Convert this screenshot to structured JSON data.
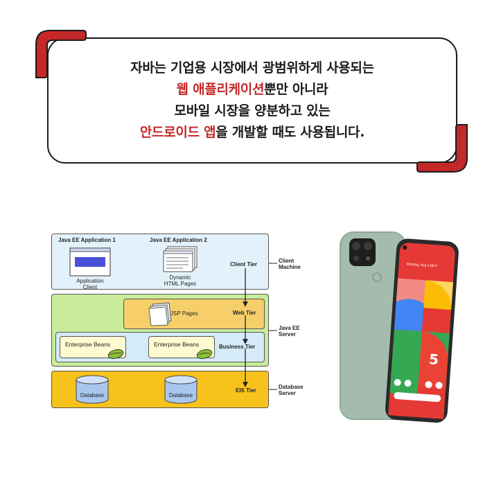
{
  "message": {
    "line1": "자바는 기업용 시장에서 광범위하게 사용되는",
    "line2_highlight": "웹 애플리케이션",
    "line2_rest": "뿐만 아니라",
    "line3": "모바일 시장을 양분하고 있는",
    "line4_highlight": "안드로이드 앱",
    "line4_rest": "을 개발할 때도 사용됩니다.",
    "highlight_color": "#c62828"
  },
  "diagram": {
    "app1_title": "Java EE Application 1",
    "app2_title": "Java EE Application 2",
    "app_client": "Application\nClient",
    "dynamic_pages": "Dynamic\nHTML Pages",
    "client_tier": "Client Tier",
    "jsp_pages": "JSP Pages",
    "web_tier": "Web Tier",
    "bean1": "Enterprise Beans",
    "bean2": "Enterprise Beans",
    "business_tier": "Business Tier",
    "db1": "Database",
    "db2": "Database",
    "eis_tier": "EIS Tier",
    "client_machine": "Client\nMachine",
    "javaee_server": "Java EE\nServer",
    "database_server": "Database\nServer",
    "colors": {
      "client": "#e3f1fb",
      "server": "#c9ec9a",
      "web": "#f6cf6a",
      "business": "#d6ebfa",
      "eis": "#f7c21c"
    }
  },
  "phone": {
    "date_text": "Monday, Aug 3",
    "temp": "68°F",
    "badge": "5"
  }
}
